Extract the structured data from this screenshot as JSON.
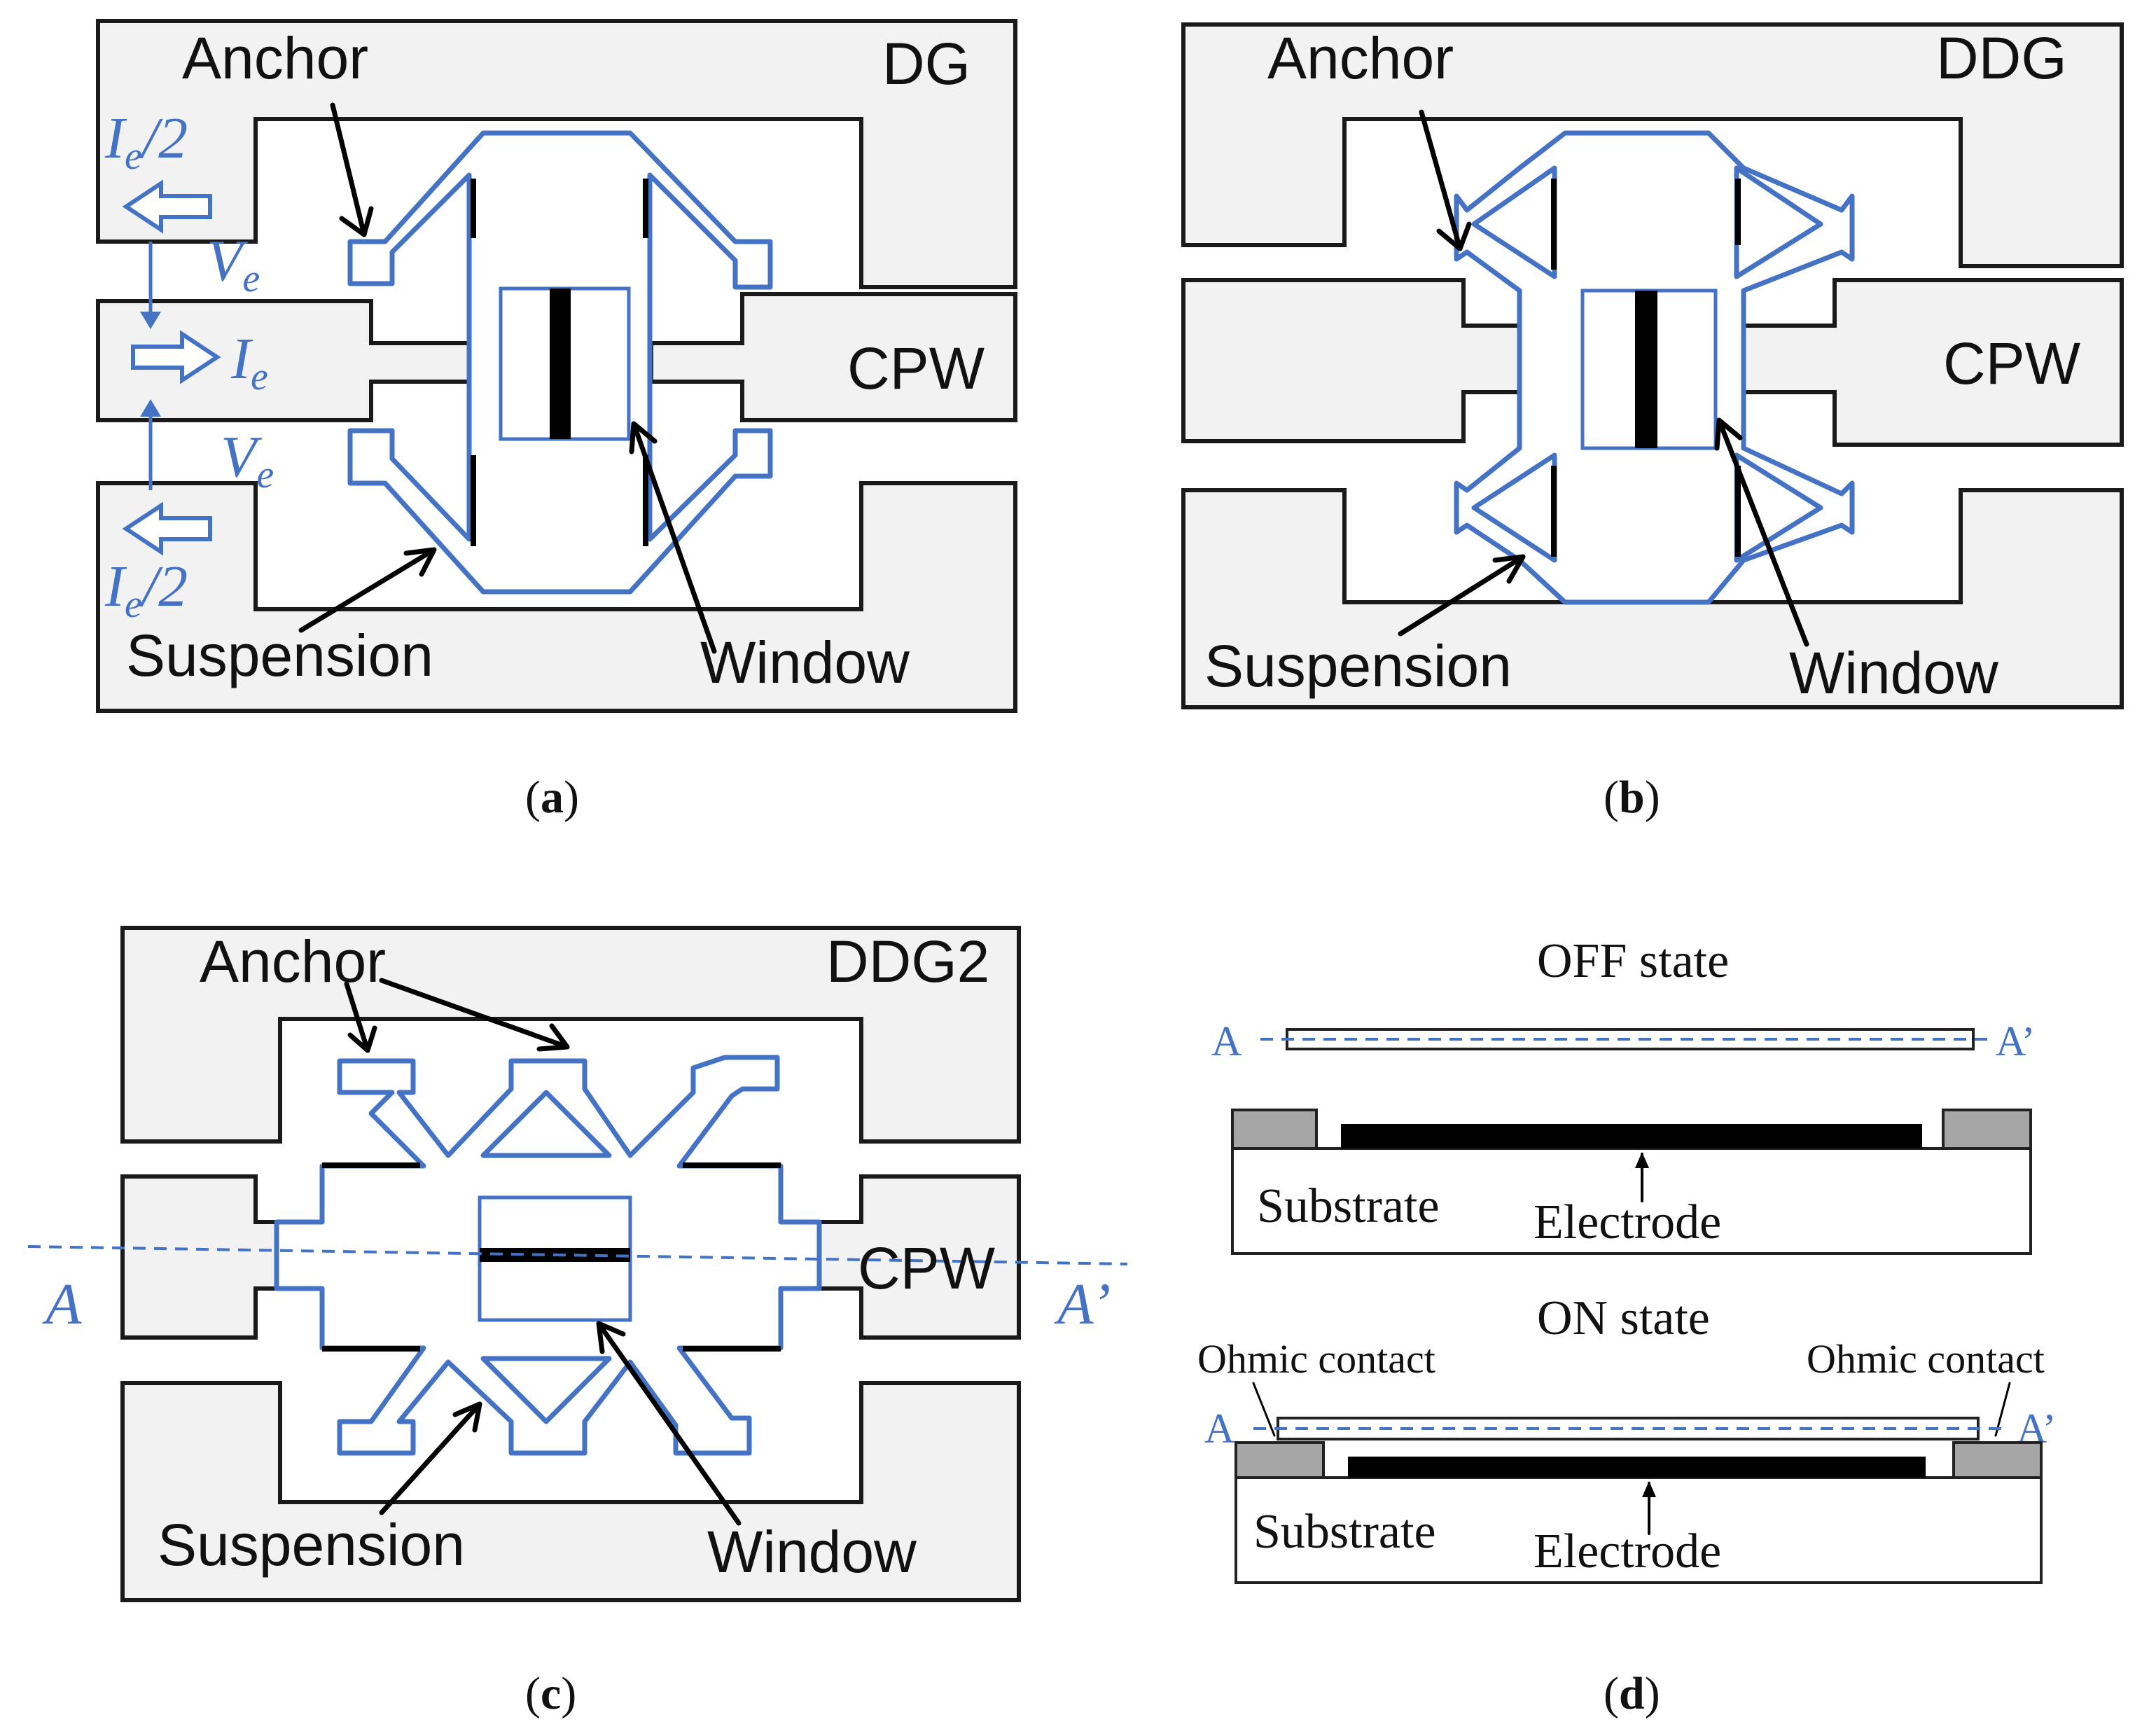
{
  "panels": {
    "a": {
      "tag": "DG",
      "anchor_label": "Anchor",
      "cpw_label": "CPW",
      "suspension_label": "Suspension",
      "window_label": "Window",
      "current_half_top": "I",
      "current_half_top_sub": "e",
      "current_half_top_suffix": "/2",
      "current_half_bottom": "I",
      "current_half_bottom_sub": "e",
      "current_half_bottom_suffix": "/2",
      "voltage_top": "V",
      "voltage_top_sub": "e",
      "voltage_bottom": "V",
      "voltage_bottom_sub": "e",
      "current_main": "I",
      "current_main_sub": "e",
      "caption_open": "(",
      "caption_letter": "a",
      "caption_close": ")"
    },
    "b": {
      "tag": "DDG",
      "anchor_label": "Anchor",
      "cpw_label": "CPW",
      "suspension_label": "Suspension",
      "window_label": "Window",
      "caption_open": "(",
      "caption_letter": "b",
      "caption_close": ")"
    },
    "c": {
      "tag": "DDG2",
      "anchor_label": "Anchor",
      "cpw_label": "CPW",
      "suspension_label": "Suspension",
      "window_label": "Window",
      "section_left": "A",
      "section_right": "A’",
      "caption_open": "(",
      "caption_letter": "c",
      "caption_close": ")"
    },
    "d": {
      "off_title": "OFF state",
      "on_title": "ON state",
      "substrate_label": "Substrate",
      "electrode_label": "Electrode",
      "ohmic_left": "Ohmic contact",
      "ohmic_right": "Ohmic contact",
      "section_left": "A",
      "section_right": "A’",
      "caption_open": "(",
      "caption_letter": "d",
      "caption_close": ")"
    }
  },
  "colors": {
    "ground_fill": "#f2f2f2",
    "outline": "#1a1a1a",
    "bridge_blue": "#4472c4",
    "contact_gray": "#a6a6a6"
  }
}
